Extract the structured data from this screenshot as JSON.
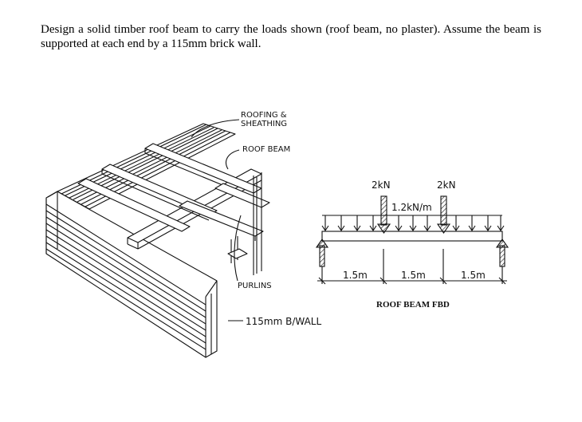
{
  "problem": {
    "text": "Design a solid timber roof beam to carry the loads shown (roof beam, no plaster). Assume the beam is supported at each end by a 115mm brick wall."
  },
  "isometric": {
    "labels": {
      "roofing": "ROOFING &",
      "sheathing": "SHEATHING",
      "roof_beam": "ROOF BEAM",
      "purlins": "PURLINS",
      "wall": "115mm B/WALL"
    }
  },
  "fbd": {
    "point_load_1": "2kN",
    "point_load_2": "2kN",
    "udl": "1.2kN/m",
    "span_1": "1.5m",
    "span_2": "1.5m",
    "span_3": "1.5m",
    "caption": "ROOF BEAM FBD"
  }
}
